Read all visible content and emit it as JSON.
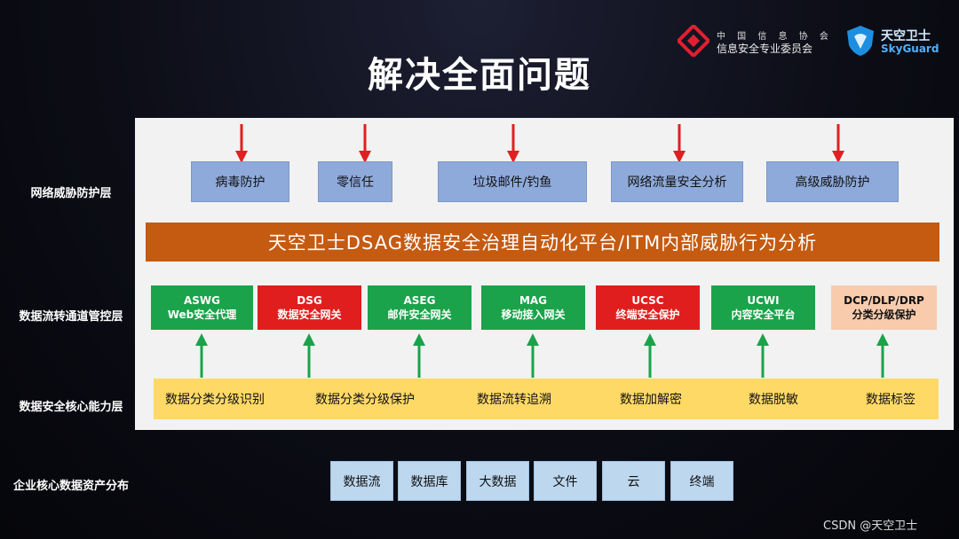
{
  "title": "解决全面问题",
  "logos": {
    "org_line1": "中 国 信 息 协 会",
    "org_line2": "信息安全专业委员会",
    "brand_cn": "天空卫士",
    "brand_en": "SkyGuard"
  },
  "layers": {
    "threat": "网络威胁防护层",
    "channel": "数据流转通道管控层",
    "core": "数据安全核心能力层",
    "assets": "企业核心数据资产分布"
  },
  "threat_items": [
    "病毒防护",
    "零信任",
    "垃圾邮件/钓鱼",
    "网络流量安全分析",
    "高级威胁防护"
  ],
  "platform": "天空卫士DSAG数据安全治理自动化平台/ITM内部威胁行为分析",
  "gateways": [
    {
      "code": "ASWG",
      "name": "Web安全代理",
      "color": "green"
    },
    {
      "code": "DSG",
      "name": "数据安全网关",
      "color": "red"
    },
    {
      "code": "ASEG",
      "name": "邮件安全网关",
      "color": "green"
    },
    {
      "code": "MAG",
      "name": "移动接入网关",
      "color": "green"
    },
    {
      "code": "UCSC",
      "name": "终端安全保护",
      "color": "red"
    },
    {
      "code": "UCWI",
      "name": "内容安全平台",
      "color": "green"
    },
    {
      "code": "DCP/DLP/DRP",
      "name": "分类分级保护",
      "color": "peach"
    }
  ],
  "core_items": [
    "数据分类分级识别",
    "数据分类分级保护",
    "数据流转追溯",
    "数据加解密",
    "数据脱敏",
    "数据标签"
  ],
  "assets": [
    "数据流",
    "数据库",
    "大数据",
    "文件",
    "云",
    "终端"
  ],
  "watermark": "CSDN @天空卫士",
  "colors": {
    "threat_box": "#8eaadb",
    "platform": "#c55a11",
    "gateway_green": "#1aa34a",
    "gateway_red": "#e01e1e",
    "gateway_peach": "#f8cbad",
    "core_band": "#ffd966",
    "asset_box": "#bdd7ee",
    "arrow_down": "#e02020",
    "arrow_up": "#1aa34a"
  }
}
